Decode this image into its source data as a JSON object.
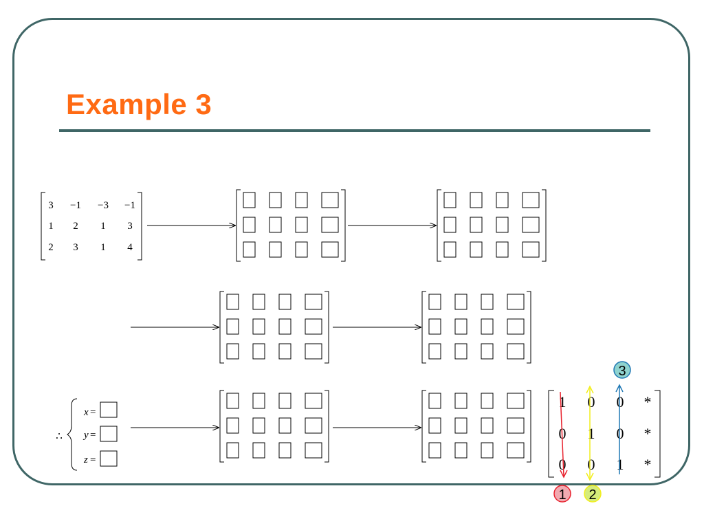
{
  "title": "Example 3",
  "start_matrix": {
    "rows": [
      [
        "3",
        "−1",
        "−3",
        "−1"
      ],
      [
        "1",
        "2",
        "1",
        "3"
      ],
      [
        "2",
        "3",
        "1",
        "4"
      ]
    ]
  },
  "solution": {
    "therefore": "∴",
    "vars": [
      "x",
      "y",
      "z"
    ],
    "equals": "="
  },
  "final_matrix": {
    "rows": [
      [
        "1",
        "0",
        "0",
        "*"
      ],
      [
        "0",
        "1",
        "0",
        "*"
      ],
      [
        "0",
        "0",
        "1",
        "*"
      ]
    ]
  },
  "step_labels": [
    "1",
    "2",
    "3"
  ],
  "colors": {
    "title": "#ff6a13",
    "frame": "#3f6666",
    "step1": "#e8222e",
    "step2": "#f2ee1c",
    "step3": "#1f78b4",
    "badge1_fill": "#f1a9b0",
    "badge2_fill": "#d6ec7a",
    "badge3_fill": "#8fd3cf"
  }
}
